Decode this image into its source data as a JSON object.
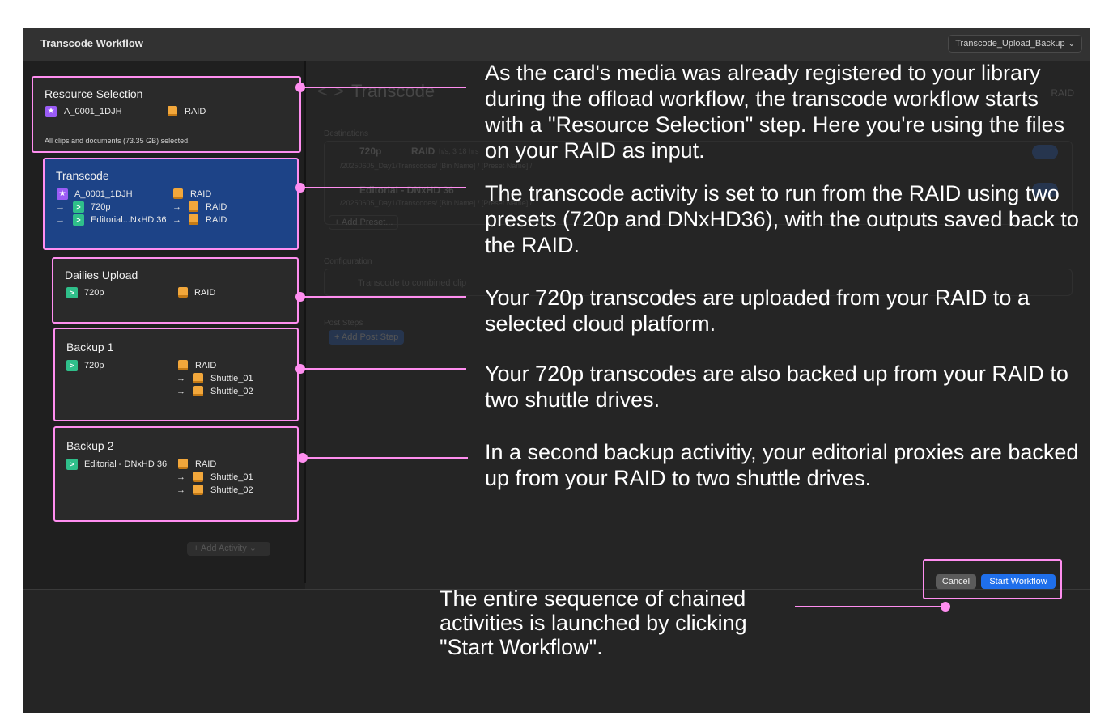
{
  "window": {
    "title": "Transcode Workflow",
    "workflow_select": "Transcode_Upload_Backup"
  },
  "detail": {
    "title": "Transcode",
    "nav_back": "<",
    "nav_forward": ">",
    "raid_label": "RAID",
    "destinations_label": "Destinations",
    "dest1_title": "720p",
    "dest1_drive": "RAID",
    "dest1_extra": "h/s, 3 18 hrs",
    "dest1_path": "/20250605_Day1/Transcodes/ [Bin Name] / [Preset Name] /",
    "dest2_title": "Editorial - DNxHD 36",
    "dest2_path": "/20250605_Day1/Transcodes/ [Bin Name] / [Preset Name] /",
    "add_preset": "+ Add Preset...",
    "configuration_label": "Configuration",
    "combined_clip": "Transcode to combined clip",
    "post_steps_label": "Post Steps",
    "add_post_step": "+ Add Post Step"
  },
  "cards": {
    "resource": {
      "title": "Resource Selection",
      "clip": "A_0001_1DJH",
      "drive": "RAID",
      "note": "All clips and documents (73.35 GB) selected."
    },
    "transcode": {
      "title": "Transcode",
      "clip": "A_0001_1DJH",
      "drive": "RAID",
      "preset1": "720p",
      "preset1_drive": "RAID",
      "preset2": "Editorial...NxHD 36",
      "preset2_drive": "RAID"
    },
    "dailies": {
      "title": "Dailies Upload",
      "preset": "720p",
      "drive": "RAID"
    },
    "backup1": {
      "title": "Backup 1",
      "preset": "720p",
      "drive": "RAID",
      "dest1": "Shuttle_01",
      "dest2": "Shuttle_02"
    },
    "backup2": {
      "title": "Backup 2",
      "preset": "Editorial - DNxHD 36",
      "drive": "RAID",
      "dest1": "Shuttle_01",
      "dest2": "Shuttle_02"
    }
  },
  "add_activity": "+ Add Activity",
  "buttons": {
    "cancel": "Cancel",
    "start": "Start Workflow"
  },
  "icons": {
    "arrow": "→",
    "chevron": "⌄",
    "star": "★",
    "play": ">"
  },
  "annotations": [
    "As the card's media was already registered to your library during the offload workflow, the transcode workflow starts with a \"Resource Selection\" step. Here you're using the files on your RAID as input.",
    "The transcode activity is set to run from the RAID using two presets (720p and DNxHD36), with the outputs saved back to the RAID.",
    "Your 720p transcodes are uploaded from your RAID to a selected cloud platform.",
    "Your 720p transcodes are also backed up from your RAID to two shuttle drives.",
    "In a second backup activitiy, your editorial proxies are backed up from your RAID to two shuttle drives.",
    "The entire sequence of chained activities is launched by clicking \"Start Workflow\"."
  ]
}
